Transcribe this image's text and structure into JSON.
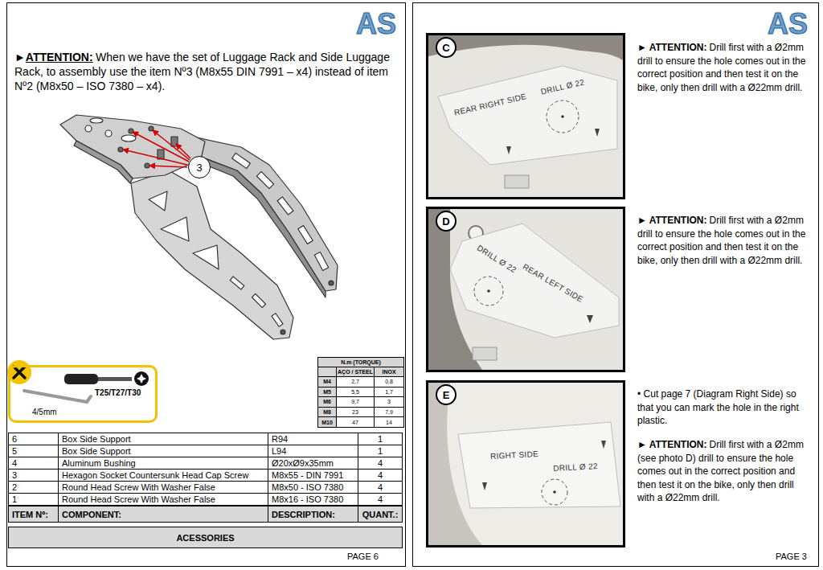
{
  "diagram": {
    "nodes": [
      {
        "text": [
          "3"
        ]
      },
      {
        "text": [
          "T25/T27/T30",
          "4/5mm"
        ]
      },
      {
        "text": [
          "REAR RIGHT SIDE",
          "DRILL Ø 22"
        ]
      },
      {
        "text": [
          "C"
        ],
        "in": 2
      },
      {
        "text": [
          "DRILL Ø 22",
          "REAR LEFT SIDE"
        ]
      },
      {
        "text": [
          "D"
        ],
        "in": 4
      },
      {
        "text": [
          "RIGHT SIDE",
          "DRILL Ø 22"
        ]
      },
      {
        "text": [
          "E"
        ],
        "in": 6
      }
    ],
    "labels": [
      "AS",
      "►",
      "ATTENTION:",
      "When we have the set of Luggage Rack and Side Luggage Rack, to assembly use the item Nº3 (M8x55 DIN 7991 – x4) instead of item Nº2 (M8x50 – ISO 7380 – x4).",
      "N.m (TORQUE)",
      "AÇO / STEEL",
      "INOX",
      "M4",
      "2,7",
      "0,8",
      "M5",
      "5,5",
      "1,7",
      "M6",
      "9,7",
      "3",
      "M8",
      "23",
      "7,9",
      "M10",
      "47",
      "14",
      "6",
      "Box Side Support",
      "R94",
      "1",
      "5",
      "Box Side Support",
      "L94",
      "1",
      "4",
      "Aluminum Bushing",
      "Ø20xØ9x35mm",
      "4",
      "3",
      "Hexagon Socket Countersunk Head Cap Screw",
      "M8x55 - DIN 7991",
      "4",
      "2",
      "Round Head Screw With Washer False",
      "M8x50 - ISO 7380",
      "4",
      "1",
      "Round Head Screw With Washer False",
      "M8x16 - ISO 7380",
      "4",
      "ITEM Nº:",
      "COMPONENT:",
      "DESCRIPTION:",
      "QUANT.:",
      "ACESSORIES",
      "PAGE 6",
      "AS",
      "► ATTENTION:",
      "Drill first with a Ø2mm drill to ensure the hole comes out in the correct position and then test it on the bike, only then drill with a Ø22mm drill.",
      "► ATTENTION:",
      "Drill first with a Ø2mm drill to ensure the hole comes out in the correct position and then test it on the bike, only then drill with a Ø22mm drill.",
      "• Cut page 7 (Diagram Right Side) so that you can mark the hole in the right plastic.",
      "► ATTENTION:",
      "Drill first with a Ø2mm (see photo D) drill to ensure the hole comes out in the correct position and then test it on the bike, only then drill with a Ø22mm drill.",
      "PAGE 3"
    ]
  }
}
